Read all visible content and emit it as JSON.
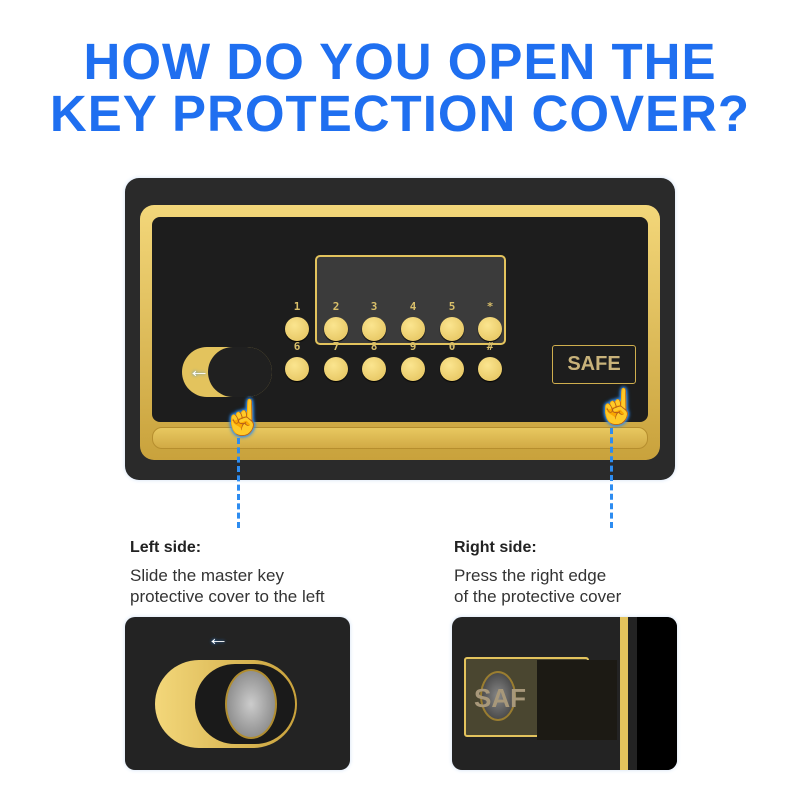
{
  "title": {
    "line1": "HOW DO YOU OPEN THE",
    "line2": "KEY PROTECTION COVER?"
  },
  "colors": {
    "title": "#1f6ff0",
    "gold": "#e3c35d",
    "safe_body": "#2a2a2a",
    "guide_line": "#2d8cf0"
  },
  "safe": {
    "brand": "SAFE",
    "keys_row1": [
      "1",
      "2",
      "3",
      "4",
      "5",
      "*"
    ],
    "keys_row2": [
      "6",
      "7",
      "8",
      "9",
      "0",
      "#"
    ]
  },
  "icons": {
    "hand": "pointing-hand-icon",
    "arrow": "arrow-left-icon"
  },
  "left": {
    "heading": "Left side:",
    "line1": "Slide the master key",
    "line2": "protective cover to the left"
  },
  "right": {
    "heading": "Right side:",
    "line1": "Press the right edge",
    "line2": "of the protective cover"
  },
  "right_panel": {
    "brand_partial": "SAF"
  }
}
